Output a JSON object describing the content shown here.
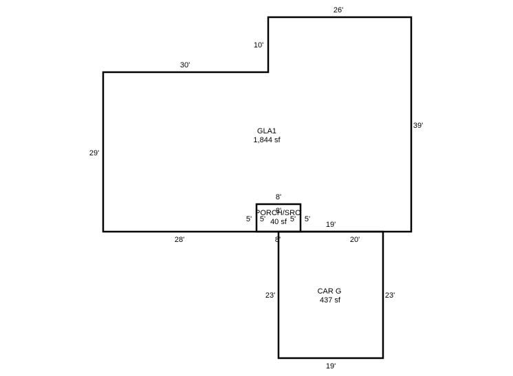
{
  "colors": {
    "line": "#000000",
    "background": "#ffffff"
  },
  "gla": {
    "name": "GLA1",
    "area": "1,844 sf",
    "dims": {
      "top_left": "30'",
      "top_right": "26'",
      "step": "10'",
      "left": "29'",
      "right": "39'",
      "bottom_left": "28'",
      "bottom_right": "19'"
    }
  },
  "porch": {
    "name": "PORCH/SRC",
    "area": "40 sf",
    "dims": {
      "top": "8'",
      "top_inner": "8'",
      "bottom": "8'",
      "left_outer": "5'",
      "left_inner": "5'",
      "right_inner": "5'",
      "right_outer": "5'"
    }
  },
  "garage": {
    "name": "CAR G",
    "area": "437 sf",
    "dims": {
      "top": "20'",
      "left": "23'",
      "right": "23'",
      "bottom": "19'"
    }
  }
}
